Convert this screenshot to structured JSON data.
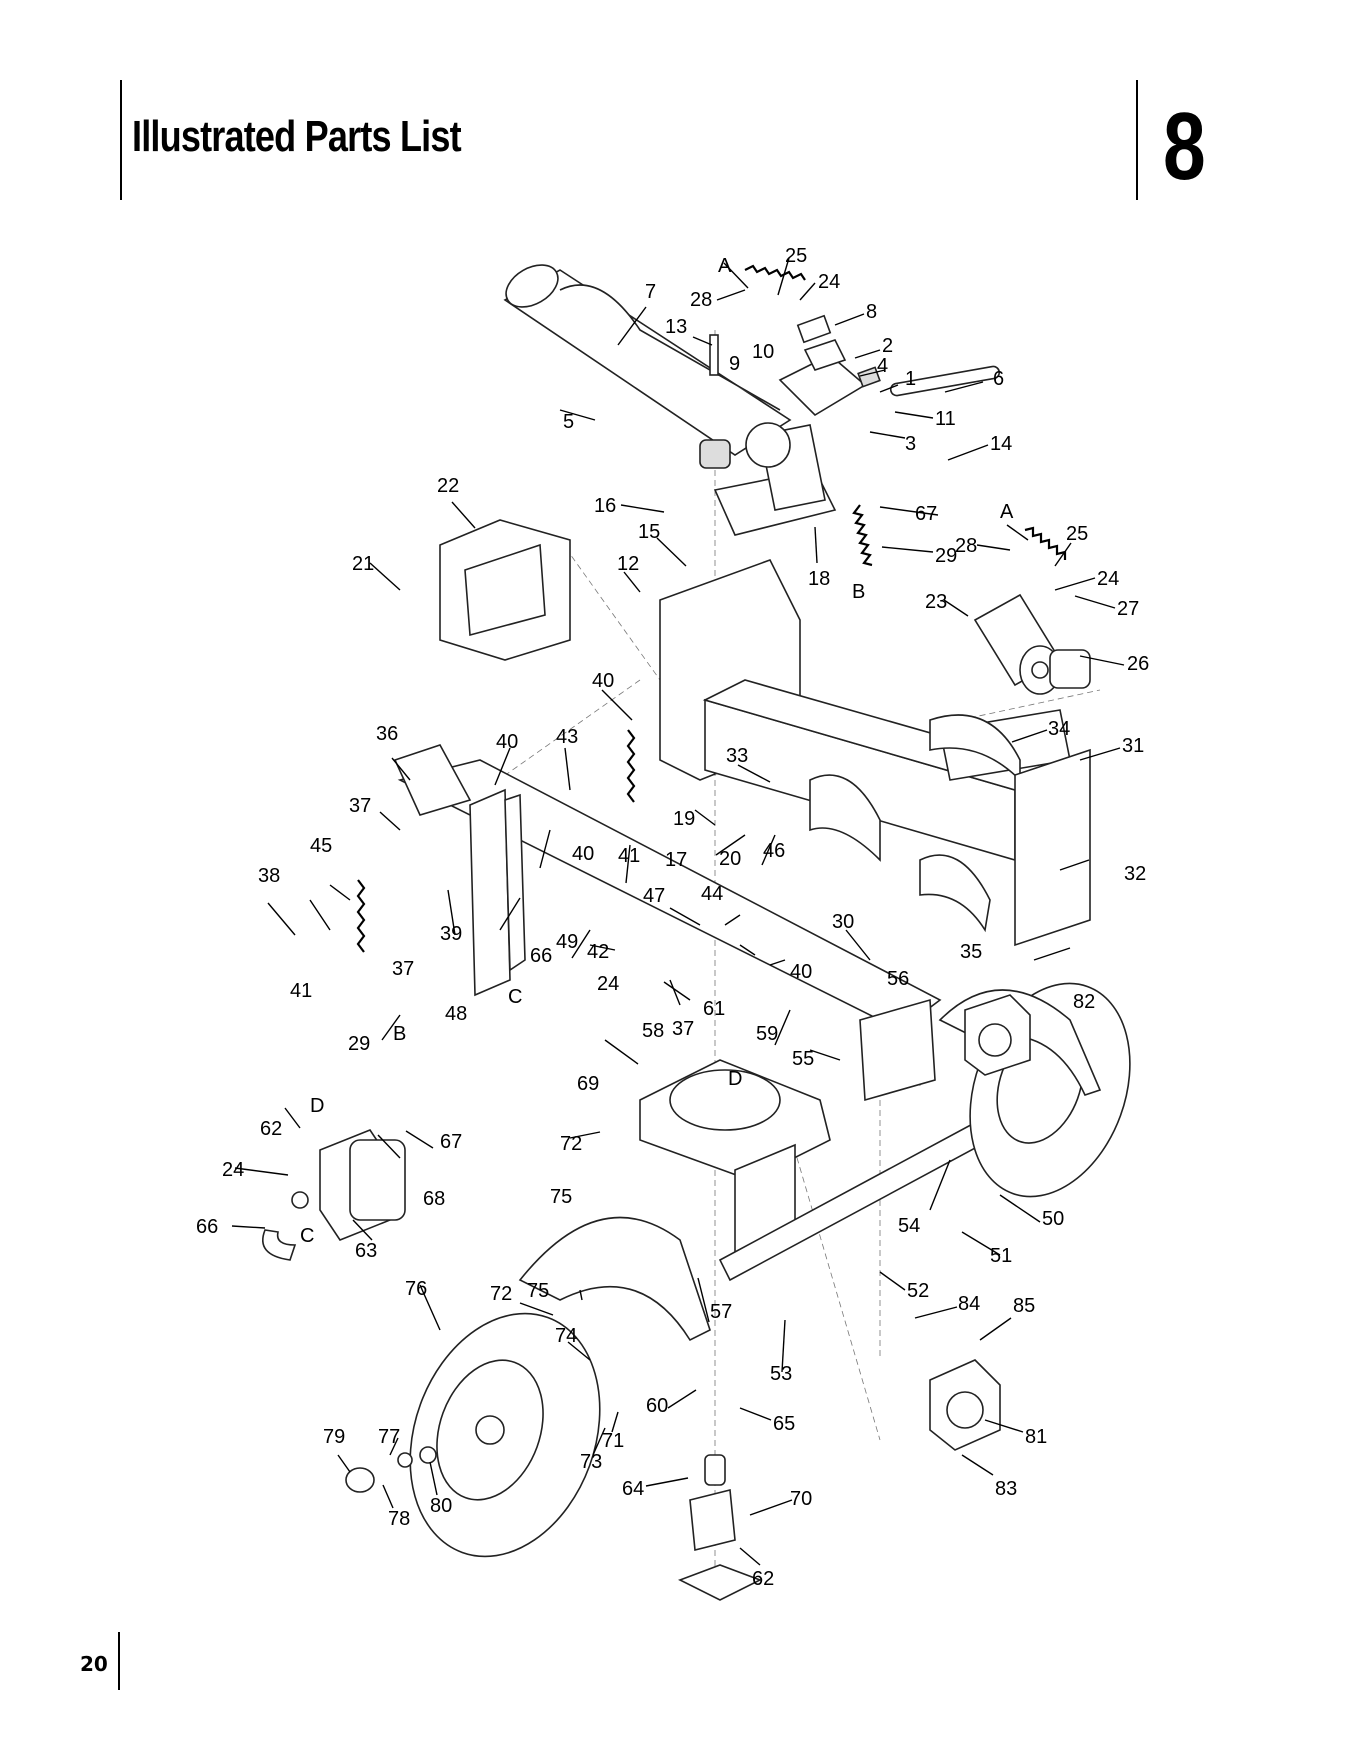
{
  "header": {
    "title": "Illustrated Parts List",
    "section_number": "8"
  },
  "footer": {
    "page_number": "20"
  },
  "callouts": [
    {
      "id": "A",
      "label": "A"
    },
    {
      "id": "25a",
      "label": "25"
    },
    {
      "id": "24a",
      "label": "24"
    },
    {
      "id": "28a",
      "label": "28"
    },
    {
      "id": "7",
      "label": "7"
    },
    {
      "id": "8",
      "label": "8"
    },
    {
      "id": "13",
      "label": "13"
    },
    {
      "id": "2",
      "label": "2"
    },
    {
      "id": "10",
      "label": "10"
    },
    {
      "id": "9",
      "label": "9"
    },
    {
      "id": "4",
      "label": "4"
    },
    {
      "id": "1",
      "label": "1"
    },
    {
      "id": "6",
      "label": "6"
    },
    {
      "id": "11",
      "label": "11"
    },
    {
      "id": "5",
      "label": "5"
    },
    {
      "id": "3",
      "label": "3"
    },
    {
      "id": "14",
      "label": "14"
    },
    {
      "id": "22",
      "label": "22"
    },
    {
      "id": "16",
      "label": "16"
    },
    {
      "id": "67a",
      "label": "67"
    },
    {
      "id": "A2",
      "label": "A"
    },
    {
      "id": "15",
      "label": "15"
    },
    {
      "id": "25b",
      "label": "25"
    },
    {
      "id": "28b",
      "label": "28"
    },
    {
      "id": "21",
      "label": "21"
    },
    {
      "id": "29a",
      "label": "29"
    },
    {
      "id": "12",
      "label": "12"
    },
    {
      "id": "18",
      "label": "18"
    },
    {
      "id": "B",
      "label": "B"
    },
    {
      "id": "24b",
      "label": "24"
    },
    {
      "id": "23",
      "label": "23"
    },
    {
      "id": "27",
      "label": "27"
    },
    {
      "id": "26",
      "label": "26"
    },
    {
      "id": "40a",
      "label": "40"
    },
    {
      "id": "34",
      "label": "34"
    },
    {
      "id": "31",
      "label": "31"
    },
    {
      "id": "36",
      "label": "36"
    },
    {
      "id": "40b",
      "label": "40"
    },
    {
      "id": "43",
      "label": "43"
    },
    {
      "id": "33",
      "label": "33"
    },
    {
      "id": "37a",
      "label": "37"
    },
    {
      "id": "19",
      "label": "19"
    },
    {
      "id": "45",
      "label": "45"
    },
    {
      "id": "40c",
      "label": "40"
    },
    {
      "id": "41a",
      "label": "41"
    },
    {
      "id": "17",
      "label": "17"
    },
    {
      "id": "20",
      "label": "20"
    },
    {
      "id": "46",
      "label": "46"
    },
    {
      "id": "32",
      "label": "32"
    },
    {
      "id": "38",
      "label": "38"
    },
    {
      "id": "47",
      "label": "47"
    },
    {
      "id": "44",
      "label": "44"
    },
    {
      "id": "39",
      "label": "39"
    },
    {
      "id": "30",
      "label": "30"
    },
    {
      "id": "49",
      "label": "49"
    },
    {
      "id": "35",
      "label": "35"
    },
    {
      "id": "42",
      "label": "42"
    },
    {
      "id": "40d",
      "label": "40"
    },
    {
      "id": "37b",
      "label": "37"
    },
    {
      "id": "66a",
      "label": "66"
    },
    {
      "id": "24c",
      "label": "24"
    },
    {
      "id": "56",
      "label": "56"
    },
    {
      "id": "41b",
      "label": "41"
    },
    {
      "id": "C",
      "label": "C"
    },
    {
      "id": "82",
      "label": "82"
    },
    {
      "id": "48",
      "label": "48"
    },
    {
      "id": "61",
      "label": "61"
    },
    {
      "id": "58",
      "label": "58"
    },
    {
      "id": "37c",
      "label": "37"
    },
    {
      "id": "59",
      "label": "59"
    },
    {
      "id": "29b",
      "label": "29"
    },
    {
      "id": "B2",
      "label": "B"
    },
    {
      "id": "55",
      "label": "55"
    },
    {
      "id": "D",
      "label": "D"
    },
    {
      "id": "69",
      "label": "69"
    },
    {
      "id": "D2",
      "label": "D"
    },
    {
      "id": "62a",
      "label": "62"
    },
    {
      "id": "67b",
      "label": "67"
    },
    {
      "id": "72a",
      "label": "72"
    },
    {
      "id": "24d",
      "label": "24"
    },
    {
      "id": "68",
      "label": "68"
    },
    {
      "id": "75a",
      "label": "75"
    },
    {
      "id": "54",
      "label": "54"
    },
    {
      "id": "50",
      "label": "50"
    },
    {
      "id": "66b",
      "label": "66"
    },
    {
      "id": "C2",
      "label": "C"
    },
    {
      "id": "63",
      "label": "63"
    },
    {
      "id": "51",
      "label": "51"
    },
    {
      "id": "52",
      "label": "52"
    },
    {
      "id": "76",
      "label": "76"
    },
    {
      "id": "72b",
      "label": "72"
    },
    {
      "id": "75b",
      "label": "75"
    },
    {
      "id": "84",
      "label": "84"
    },
    {
      "id": "85",
      "label": "85"
    },
    {
      "id": "57",
      "label": "57"
    },
    {
      "id": "74",
      "label": "74"
    },
    {
      "id": "53",
      "label": "53"
    },
    {
      "id": "60",
      "label": "60"
    },
    {
      "id": "65",
      "label": "65"
    },
    {
      "id": "77",
      "label": "77"
    },
    {
      "id": "81",
      "label": "81"
    },
    {
      "id": "79",
      "label": "79"
    },
    {
      "id": "73",
      "label": "73"
    },
    {
      "id": "71",
      "label": "71"
    },
    {
      "id": "64",
      "label": "64"
    },
    {
      "id": "80",
      "label": "80"
    },
    {
      "id": "83",
      "label": "83"
    },
    {
      "id": "70",
      "label": "70"
    },
    {
      "id": "78",
      "label": "78"
    },
    {
      "id": "62b",
      "label": "62"
    }
  ]
}
